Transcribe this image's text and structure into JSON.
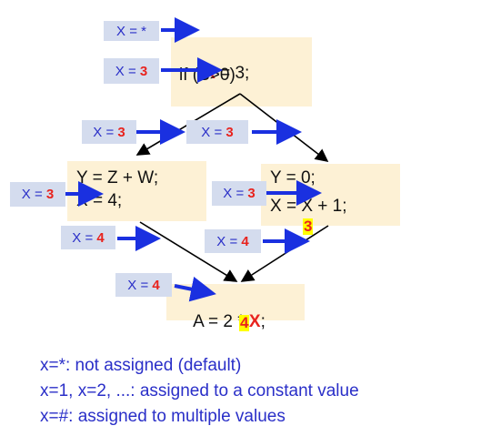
{
  "colors": {
    "label_bg": "#d4dcee",
    "label_text": "#2a2fc8",
    "value_red": "#e8231e",
    "box_bg": "#fdf1d5",
    "highlight": "#ffff00",
    "arrow_blue": "#1a30e0",
    "edge_black": "#000000"
  },
  "labels": {
    "top_star": {
      "var": "X",
      "eq": " = ",
      "val": "*"
    },
    "top_three": {
      "var": "X",
      "eq": " = ",
      "val": "3"
    },
    "left_edge_three": {
      "var": "X",
      "eq": " = ",
      "val": "3"
    },
    "right_edge_three": {
      "var": "X",
      "eq": " = ",
      "val": "3"
    },
    "left_in_three": {
      "var": "X",
      "eq": " = ",
      "val": "3"
    },
    "right_in_three": {
      "var": "X",
      "eq": " = ",
      "val": "3"
    },
    "left_out_four": {
      "var": "X",
      "eq": " = ",
      "val": "4"
    },
    "right_out_four": {
      "var": "X",
      "eq": " = ",
      "val": "4"
    },
    "merge_four": {
      "var": "X",
      "eq": " = ",
      "val": "4"
    }
  },
  "blocks": {
    "entry": {
      "line1_var": "X",
      "line1_rest": " = 3;",
      "line2": "if (B>0)"
    },
    "left": {
      "line1": "Y = Z + W;",
      "line2": "X = 4;"
    },
    "right": {
      "line1": "Y = 0;",
      "line2": "X = X + 1;",
      "note": "3"
    },
    "merge": {
      "line1_pre": "A = 2 * ",
      "line1_var": "X",
      "line1_post": ";",
      "note": "4"
    }
  },
  "legend": [
    "x=*: not assigned (default)",
    "x=1, x=2, ...: assigned to a constant value",
    "x=#: assigned to multiple values"
  ]
}
